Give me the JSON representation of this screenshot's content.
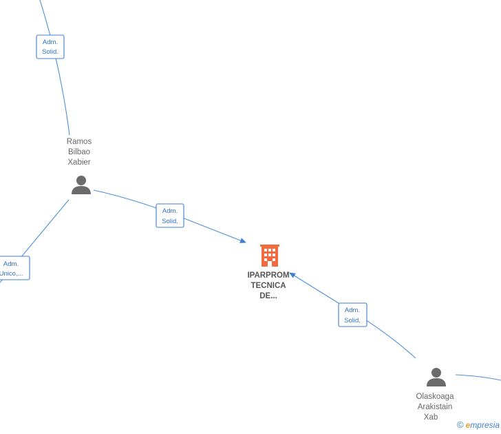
{
  "nodes": {
    "person_top": {
      "lines": [
        "Ramos",
        "Bilbao",
        "Xabier"
      ]
    },
    "person_bottom": {
      "lines": [
        "Olaskoaga",
        "Arakistain",
        "Xab"
      ]
    },
    "company": {
      "lines": [
        "IPARPROM",
        "TECNICA",
        "DE..."
      ]
    }
  },
  "edge_labels": {
    "top_edge": [
      "Adm.",
      "Solid."
    ],
    "ramos_to_company": [
      "Adm.",
      "Solid."
    ],
    "left_edge": [
      "Adm.",
      "Unico,..."
    ],
    "olaskoaga_to_company": [
      "Adm.",
      "Solid."
    ]
  },
  "watermark": {
    "symbol": "©",
    "brand_initial": "e",
    "brand_rest": "mpresia"
  },
  "colors": {
    "edge": "#4a90d9",
    "company_icon": "#f26a3d",
    "person_icon": "#6b6b6b"
  }
}
